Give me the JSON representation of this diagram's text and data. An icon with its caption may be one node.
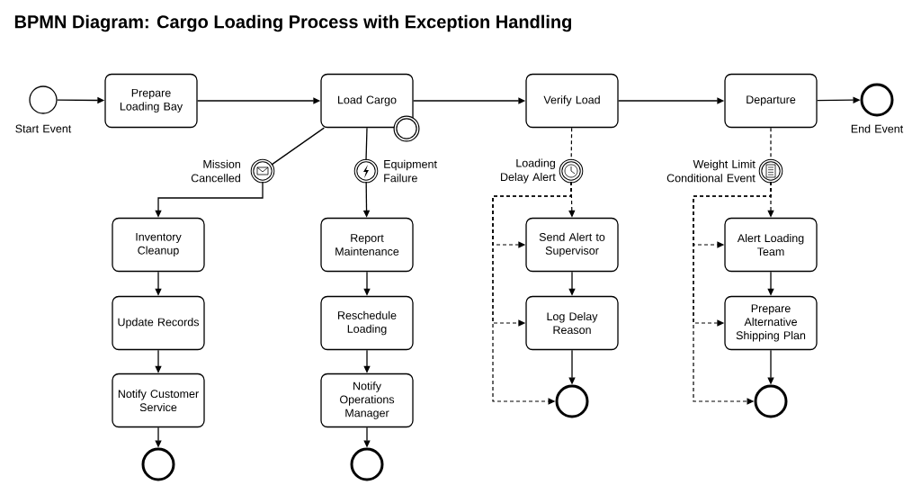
{
  "diagram": {
    "title": "BPMN Diagram: Cargo Loading Process with Exception Handling",
    "nodes": [
      {
        "text": [],
        "shape": "circle",
        "beside": [
          "Start Event"
        ]
      },
      {
        "text": [
          "Prepare Loading Bay"
        ]
      },
      {
        "text": [
          "Load Cargo"
        ]
      },
      {
        "text": [
          "Verify Load"
        ]
      },
      {
        "text": [
          "Departure"
        ]
      },
      {
        "text": [],
        "shape": "circle",
        "beside": [
          "End Event"
        ]
      },
      {
        "text": [],
        "shape": "circle"
      },
      {
        "text": [],
        "shape": "circle",
        "beside": [
          "Mission Cancelled"
        ]
      },
      {
        "text": [],
        "shape": "circle",
        "beside": [
          "Equipment Failure"
        ]
      },
      {
        "text": [
          "Inventory Cleanup"
        ]
      },
      {
        "text": [
          "Update Records"
        ]
      },
      {
        "text": [
          "Notify Customer Service"
        ]
      },
      {
        "text": [],
        "shape": "circle"
      },
      {
        "text": [
          "Report Maintenance"
        ]
      },
      {
        "text": [
          "Reschedule Loading"
        ]
      },
      {
        "text": [
          "Notify Operations Manager"
        ]
      },
      {
        "text": [],
        "shape": "circle"
      },
      {
        "text": [],
        "shape": "circle",
        "beside": [
          "Loading Delay Alert"
        ]
      },
      {
        "text": [
          "Send Alert to Supervisor"
        ]
      },
      {
        "text": [
          "Log Delay Reason"
        ]
      },
      {
        "text": [],
        "shape": "circle"
      },
      {
        "text": [],
        "shape": "circle",
        "beside": [
          "Weight Limit Conditional Event"
        ]
      },
      {
        "text": [
          "Alert Loading Team"
        ]
      },
      {
        "text": [
          "Prepare Alternative Shipping Plan"
        ]
      },
      {
        "text": [],
        "shape": "circle"
      }
    ],
    "edges": [
      {
        "from": 0,
        "to": 1,
        "arrow": "to"
      },
      {
        "from": 1,
        "to": 2,
        "arrow": "to"
      },
      {
        "from": 2,
        "to": 3,
        "arrow": "to"
      },
      {
        "from": 3,
        "to": 4,
        "arrow": "to"
      },
      {
        "from": 4,
        "to": 5,
        "arrow": "to"
      },
      {
        "from": 2,
        "to": 7,
        "arrow": "none"
      },
      {
        "from": 7,
        "to": 9,
        "arrow": "to"
      },
      {
        "from": 9,
        "to": 10,
        "arrow": "to"
      },
      {
        "from": 10,
        "to": 11,
        "arrow": "to"
      },
      {
        "from": 11,
        "to": 12,
        "arrow": "to"
      },
      {
        "from": 2,
        "to": 8,
        "arrow": "none"
      },
      {
        "from": 8,
        "to": 13,
        "arrow": "to"
      },
      {
        "from": 13,
        "to": 14,
        "arrow": "to"
      },
      {
        "from": 14,
        "to": 15,
        "arrow": "to"
      },
      {
        "from": 15,
        "to": 16,
        "arrow": "to"
      },
      {
        "from": 3,
        "to": 17,
        "arrow": "none",
        "style": "dashed"
      },
      {
        "from": 17,
        "to": 18,
        "arrow": "to",
        "style": "dashed"
      },
      {
        "from": 17,
        "to": 18,
        "arrow": "to",
        "style": "dashed"
      },
      {
        "from": 17,
        "to": 19,
        "arrow": "to",
        "style": "dashed"
      },
      {
        "from": 17,
        "to": 20,
        "arrow": "to",
        "style": "dashed"
      },
      {
        "from": 18,
        "to": 19,
        "arrow": "to"
      },
      {
        "from": 19,
        "to": 20,
        "arrow": "to"
      },
      {
        "from": 4,
        "to": 21,
        "arrow": "none",
        "style": "dashed"
      },
      {
        "from": 21,
        "to": 22,
        "arrow": "to",
        "style": "dashed"
      },
      {
        "from": 21,
        "to": 22,
        "arrow": "to",
        "style": "dashed"
      },
      {
        "from": 21,
        "to": 23,
        "arrow": "to",
        "style": "dashed"
      },
      {
        "from": 21,
        "to": 24,
        "arrow": "to",
        "style": "dashed"
      },
      {
        "from": 22,
        "to": 23,
        "arrow": "to"
      },
      {
        "from": 23,
        "to": 24,
        "arrow": "to"
      }
    ]
  }
}
